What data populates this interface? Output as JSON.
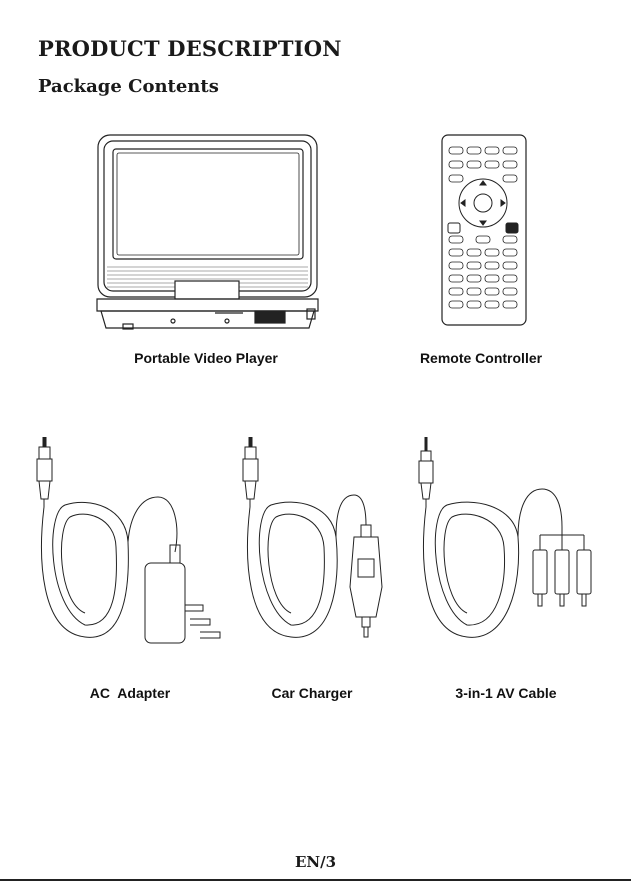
{
  "header": {
    "title": "PRODUCT DESCRIPTION",
    "subtitle": "Package Contents"
  },
  "items": [
    {
      "label": "Portable Video Player",
      "icon": "portable-video-player-icon"
    },
    {
      "label": "Remote Controller",
      "icon": "remote-controller-icon"
    },
    {
      "label": "AC  Adapter",
      "icon": "ac-adapter-icon"
    },
    {
      "label": "Car Charger",
      "icon": "car-charger-icon"
    },
    {
      "label": "3-in-1 AV Cable",
      "icon": "av-cable-icon"
    }
  ],
  "footer": {
    "page": "EN/3"
  }
}
